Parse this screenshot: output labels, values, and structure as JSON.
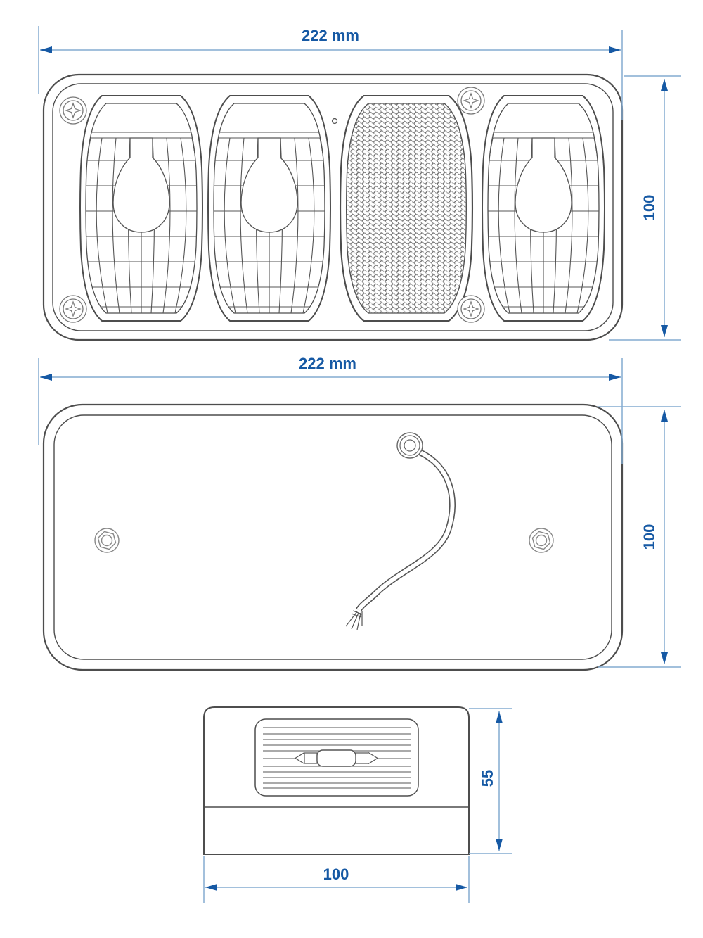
{
  "dimensions": {
    "front_view": {
      "width_label": "222 mm",
      "height_label": "100"
    },
    "rear_view": {
      "width_label": "222 mm",
      "height_label": "100"
    },
    "side_view": {
      "height_label": "55",
      "width_label": "100"
    }
  },
  "colors": {
    "dimension_accent": "#1659a4",
    "dimension_line": "#84abd0",
    "outline": "#4d4d4d",
    "background": "#ffffff"
  }
}
